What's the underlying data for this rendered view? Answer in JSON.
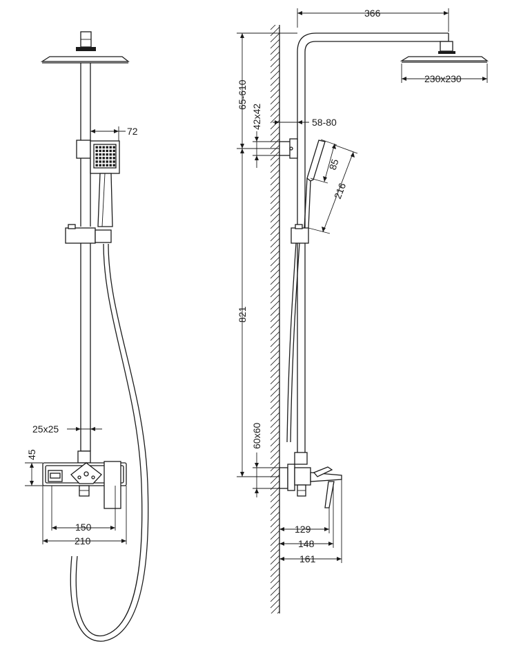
{
  "front_view": {
    "dimensions": {
      "handshower_offset": "72",
      "pipe_section": "25x25",
      "mixer_height": "45",
      "inlet_spacing": "150",
      "mixer_width": "210"
    }
  },
  "side_view": {
    "dimensions": {
      "arm_length": "366",
      "head_size": "230x230",
      "height_adjust": "65-610",
      "bracket_size": "42x42",
      "wall_offset": "58-80",
      "handshower_head": "85",
      "handshower_length": "216",
      "riser_length": "821",
      "mixer_bracket": "60x60",
      "projection_1": "129",
      "projection_2": "148",
      "projection_3": "161"
    }
  },
  "colors": {
    "line": "#1a1a1a",
    "background": "#ffffff"
  }
}
